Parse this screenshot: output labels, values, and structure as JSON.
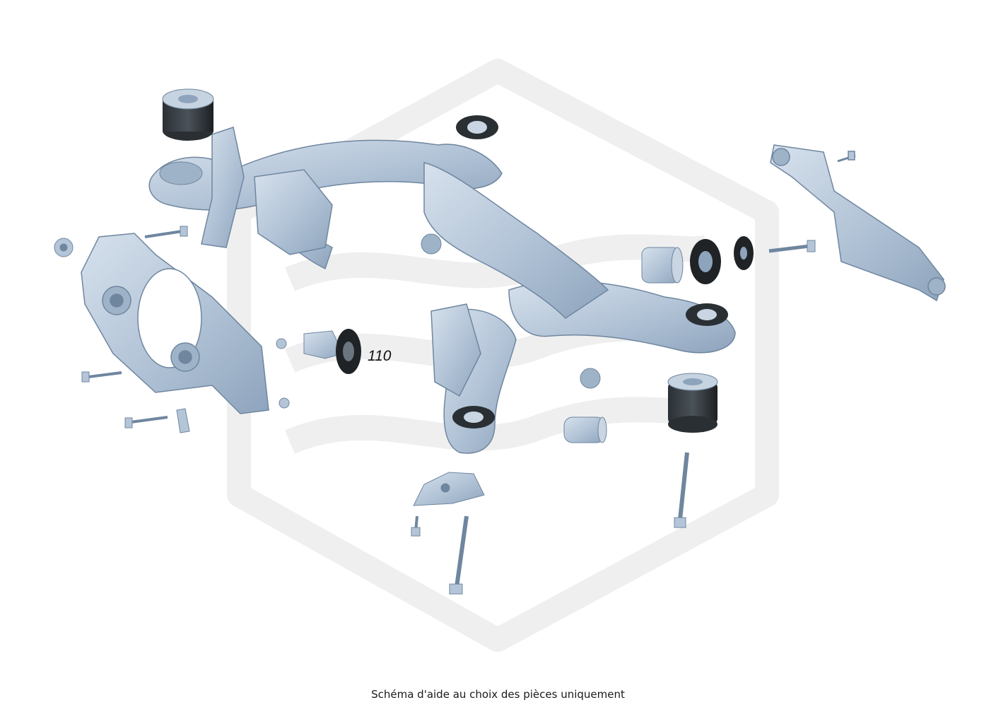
{
  "diagram": {
    "part_callouts": [
      {
        "id": "bushing",
        "label": "110"
      }
    ],
    "colors": {
      "metal": "#b9c9db",
      "metal_dark": "#8fa6bf",
      "metal_edge": "#6f869f",
      "rubber": "#1f2326",
      "watermark": "#eeeeee"
    }
  },
  "footer": {
    "caption": "Schéma d'aide au choix des pièces uniquement"
  }
}
